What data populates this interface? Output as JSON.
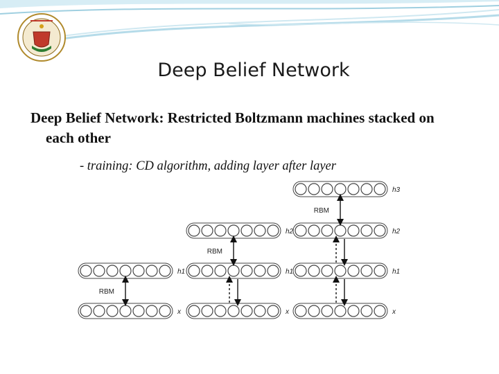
{
  "slide": {
    "title": "Deep Belief Network",
    "body_text": "Deep Belief Network: Restricted Boltzmann machines stacked on each other",
    "sub_text": "- training: CD algorithm, adding layer after layer"
  },
  "diagram": {
    "units_per_layer": 7,
    "stages": [
      {
        "layers": [
          "h1",
          "x"
        ],
        "rbm_labels": [
          "RBM"
        ]
      },
      {
        "layers": [
          "h2",
          "h1",
          "x"
        ],
        "rbm_labels": [
          "RBM"
        ]
      },
      {
        "layers": [
          "h3",
          "h2",
          "h1",
          "x"
        ],
        "rbm_labels": [
          "RBM"
        ]
      }
    ],
    "labels": {
      "rbm": "RBM",
      "h3": "h3",
      "h2": "h2",
      "h1": "h1",
      "x": "x"
    }
  },
  "colors": {
    "decoration": "#9fcfe0",
    "node_stroke": "#444444",
    "arrow": "#111111"
  }
}
